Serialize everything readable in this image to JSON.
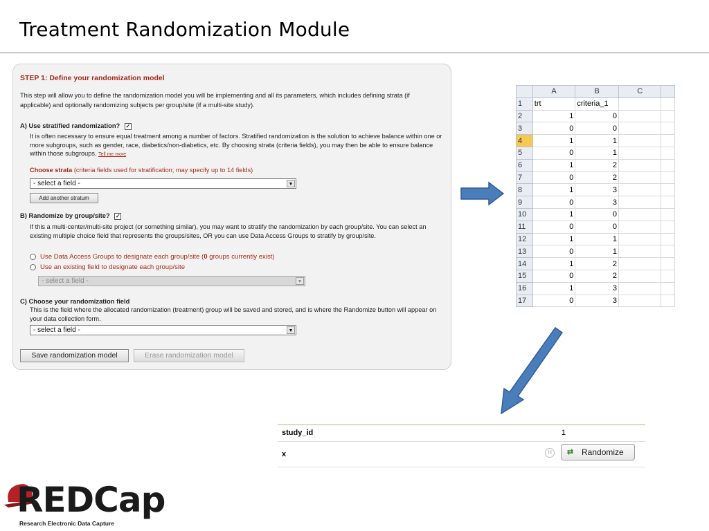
{
  "slide": {
    "title": "Treatment Randomization Module"
  },
  "panel": {
    "step_title": "STEP 1: Define your randomization model",
    "intro": "This step will allow you to define the randomization model you will be implementing and all its parameters, which includes defining strata (if applicable) and optionally randomizing subjects per group/site (if a multi-site study).",
    "section_a": {
      "title": "A) Use stratified randomization?",
      "checked": true,
      "description": "It is often necessary to ensure equal treatment among a number of factors. Stratified randomization is the solution to achieve balance within one or more subgroups, such as gender, race, diabetics/non-diabetics, etc. By choosing strata (criteria fields), you may then be able to ensure balance within those subgroups.",
      "tell_me_more": "Tell me more",
      "choose_strata_label": "Choose strata",
      "choose_strata_note": "(criteria fields used for stratification; may specify up to 14 fields)",
      "select_value": "- select a field -",
      "add_stratum_button": "Add another stratum"
    },
    "section_b": {
      "title": "B) Randomize by group/site?",
      "checked": true,
      "description": "If this a multi-center/multi-site project (or something similar), you may want to stratify the randomization by each group/site. You can select an existing multiple choice field that represents the groups/sites, OR you can use Data Access Groups to stratify by group/site.",
      "option1_prefix": "Use Data Access Groups to designate each group/site (",
      "option1_count": "0",
      "option1_suffix": " groups currently exist)",
      "option2": "Use an existing field to designate each group/site",
      "select_value": "- select a field -"
    },
    "section_c": {
      "title": "C) Choose your randomization field",
      "description": "This is the field where the allocated randomization (treatment) group will be saved and stored, and is where the Randomize button will appear on your data collection form.",
      "select_value": "- select a field -"
    },
    "save_button": "Save randomization model",
    "erase_button": "Erase randomization model"
  },
  "spreadsheet": {
    "columns": [
      "A",
      "B",
      "C"
    ],
    "selected_row": "4",
    "rows": [
      {
        "n": "1",
        "a": "trt",
        "b": "criteria_1"
      },
      {
        "n": "2",
        "a": "1",
        "b": "0"
      },
      {
        "n": "3",
        "a": "0",
        "b": "0"
      },
      {
        "n": "4",
        "a": "1",
        "b": "1"
      },
      {
        "n": "5",
        "a": "0",
        "b": "1"
      },
      {
        "n": "6",
        "a": "1",
        "b": "2"
      },
      {
        "n": "7",
        "a": "0",
        "b": "2"
      },
      {
        "n": "8",
        "a": "1",
        "b": "3"
      },
      {
        "n": "9",
        "a": "0",
        "b": "3"
      },
      {
        "n": "10",
        "a": "1",
        "b": "0"
      },
      {
        "n": "11",
        "a": "0",
        "b": "0"
      },
      {
        "n": "12",
        "a": "1",
        "b": "1"
      },
      {
        "n": "13",
        "a": "0",
        "b": "1"
      },
      {
        "n": "14",
        "a": "1",
        "b": "2"
      },
      {
        "n": "15",
        "a": "0",
        "b": "2"
      },
      {
        "n": "16",
        "a": "1",
        "b": "3"
      },
      {
        "n": "17",
        "a": "0",
        "b": "3"
      }
    ]
  },
  "form": {
    "row1_label": "study_id",
    "row1_value": "1",
    "row2_label": "x",
    "h_icon": "H",
    "randomize_button": "Randomize",
    "randomize_icon": "shuffle-icon"
  },
  "logo": {
    "text": "REDCap",
    "subtitle": "Research Electronic Data Capture"
  },
  "colors": {
    "arrow": "#4a7ebb",
    "accent_red": "#a62a1a",
    "logo_red": "#b32025"
  }
}
